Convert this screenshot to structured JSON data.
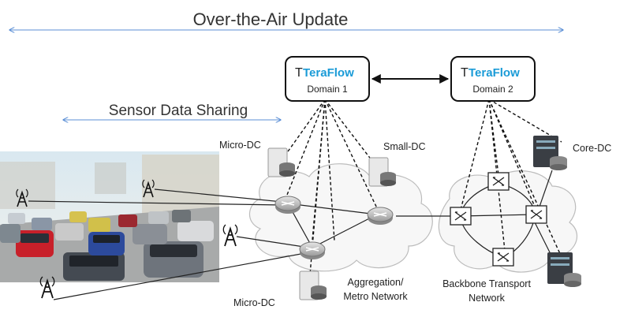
{
  "title": "Over-the-Air Update",
  "subtitle": "Sensor Data Sharing",
  "controllers": [
    {
      "brand": "TeraFlow",
      "name": "Domain 1"
    },
    {
      "brand": "TeraFlow",
      "name": "Domain 2"
    }
  ],
  "labels": {
    "micro_dc_top": "Micro-DC",
    "micro_dc_bottom": "Micro-DC",
    "small_dc": "Small-DC",
    "core_dc": "Core-DC",
    "metro_line1": "Aggregation/",
    "metro_line2": "Metro Network",
    "backbone_line1": "Backbone Transport",
    "backbone_line2": "Network"
  },
  "colors": {
    "arrow": "#5b8fd6",
    "brand": "#1a9bd7",
    "router": "#9a9a9a",
    "server": "#555555"
  }
}
